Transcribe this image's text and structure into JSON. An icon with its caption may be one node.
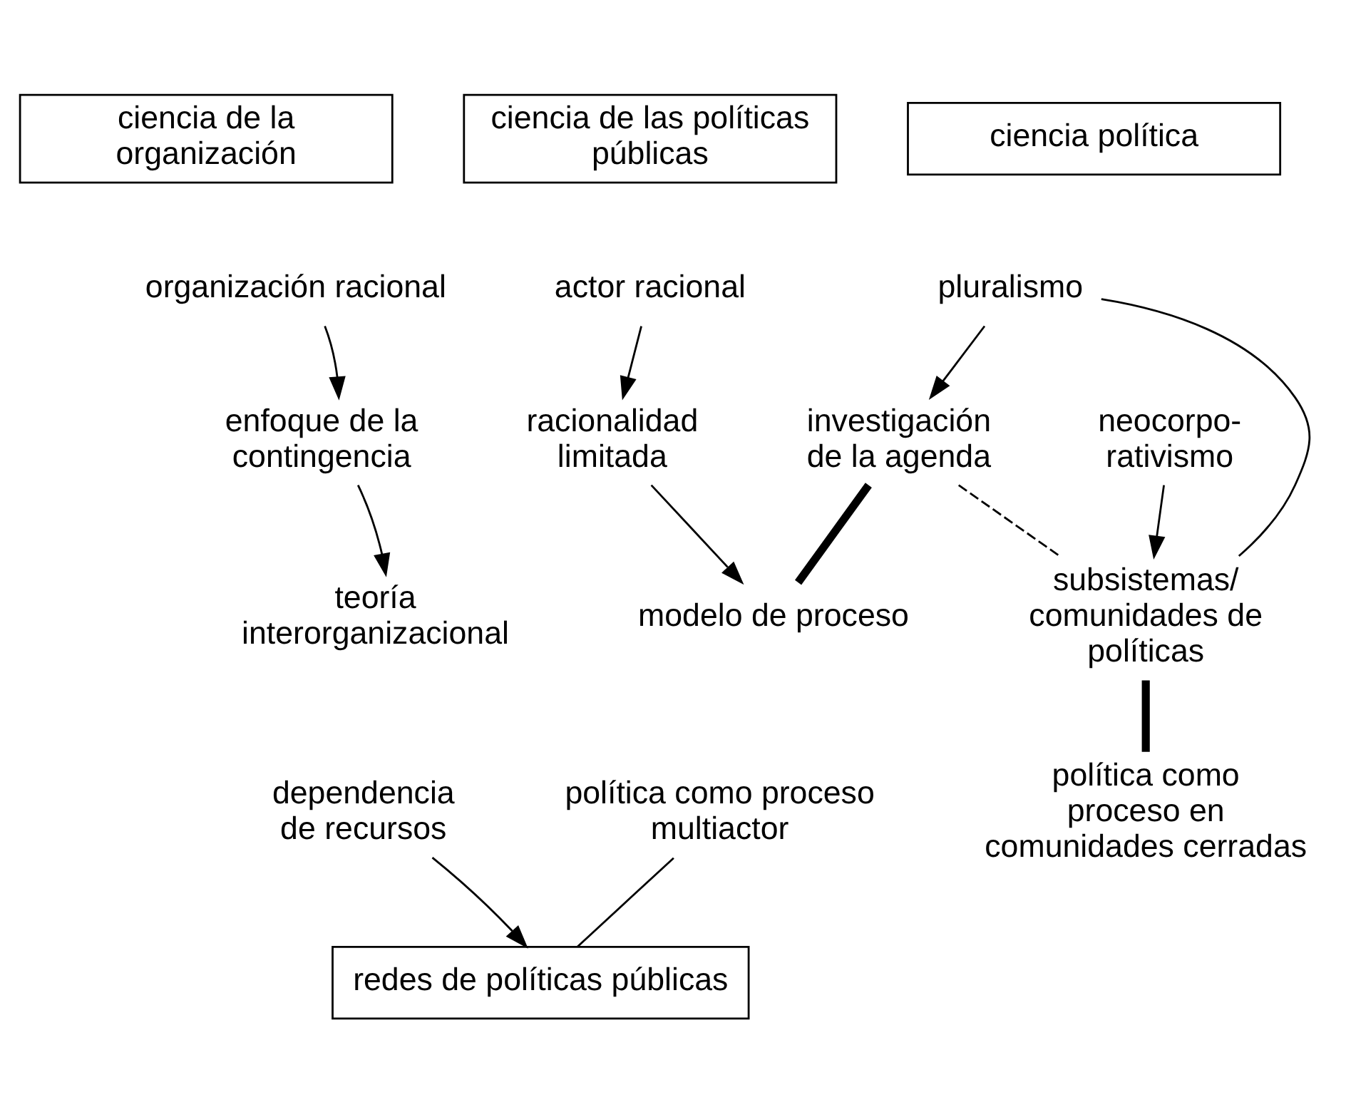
{
  "diagram": {
    "nodes": [
      {
        "text": [
          "ciencia de la organización"
        ]
      },
      {
        "text": [
          "ciencia de las políticas públicas"
        ]
      },
      {
        "text": [
          "ciencia política"
        ]
      },
      {
        "text": [
          "organización racional"
        ]
      },
      {
        "text": [
          "actor racional"
        ]
      },
      {
        "text": [
          "pluralismo"
        ]
      },
      {
        "text": [
          "enfoque de la contingencia"
        ]
      },
      {
        "text": [
          "racionalidad limitada"
        ]
      },
      {
        "text": [
          "investigación de la agenda"
        ]
      },
      {
        "text": [
          "neocorpo- rativismo"
        ]
      },
      {
        "text": [
          "subsistemas/ comunidades de políticas"
        ]
      },
      {
        "text": [
          "teoría interorganizacional"
        ]
      },
      {
        "text": [
          "modelo de proceso"
        ]
      },
      {
        "text": [
          "dependencia de recursos"
        ]
      },
      {
        "text": [
          "política como proceso multiactor"
        ]
      },
      {
        "text": [
          "política como proceso en comunidades cerradas"
        ]
      },
      {
        "text": [
          "redes de políticas públicas"
        ]
      }
    ],
    "edges": [
      {
        "from": 3,
        "to": 6,
        "arrow": "to"
      },
      {
        "from": 6,
        "to": 11,
        "arrow": "to"
      },
      {
        "from": 4,
        "to": 7,
        "arrow": "to"
      },
      {
        "from": 7,
        "to": 12,
        "arrow": "to"
      },
      {
        "from": 5,
        "to": 8,
        "arrow": "to"
      },
      {
        "from": 5,
        "to": 10,
        "arrow": "none"
      },
      {
        "from": 9,
        "to": 10,
        "arrow": "to"
      },
      {
        "from": 8,
        "to": 10,
        "arrow": "none",
        "style": "dashed"
      },
      {
        "from": 12,
        "to": 8,
        "arrow": "none",
        "style": "thick"
      },
      {
        "from": 10,
        "to": 15,
        "arrow": "none",
        "style": "thick"
      },
      {
        "from": 13,
        "to": 16,
        "arrow": "to"
      },
      {
        "from": 14,
        "to": 16,
        "arrow": "none"
      }
    ]
  }
}
